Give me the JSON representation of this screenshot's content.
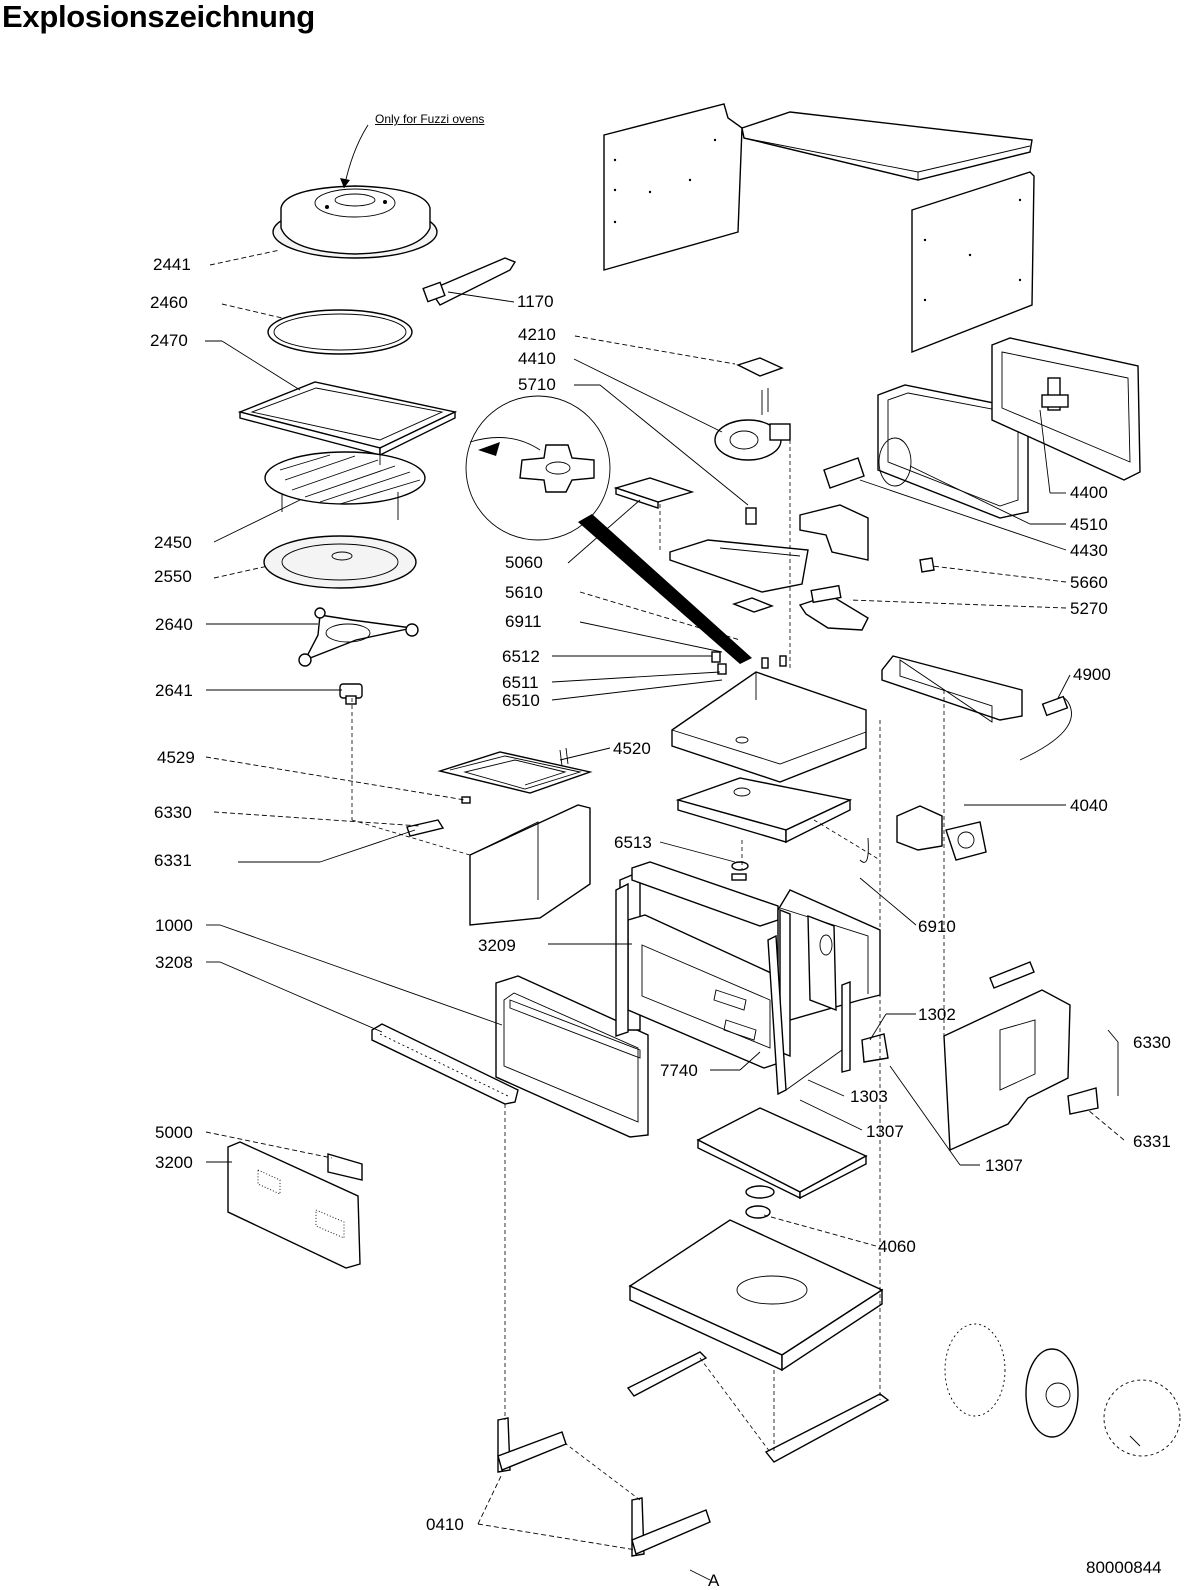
{
  "title": "Explosionszeichnung",
  "note": "Only for Fuzzi ovens",
  "drawing_number": "80000844",
  "view_marker": "A",
  "labels": [
    {
      "text": "2441"
    },
    {
      "text": "1170"
    },
    {
      "text": "2460"
    },
    {
      "text": "2470"
    },
    {
      "text": "4210"
    },
    {
      "text": "4410"
    },
    {
      "text": "5710"
    },
    {
      "text": "2450"
    },
    {
      "text": "2550"
    },
    {
      "text": "2640"
    },
    {
      "text": "2641"
    },
    {
      "text": "4529"
    },
    {
      "text": "4520"
    },
    {
      "text": "6330"
    },
    {
      "text": "6331"
    },
    {
      "text": "1000"
    },
    {
      "text": "3208"
    },
    {
      "text": "5000"
    },
    {
      "text": "3200"
    },
    {
      "text": "5060"
    },
    {
      "text": "5610"
    },
    {
      "text": "6911"
    },
    {
      "text": "6512"
    },
    {
      "text": "6511"
    },
    {
      "text": "6510"
    },
    {
      "text": "6513"
    },
    {
      "text": "3209"
    },
    {
      "text": "7740"
    },
    {
      "text": "4400"
    },
    {
      "text": "4510"
    },
    {
      "text": "4430"
    },
    {
      "text": "5660"
    },
    {
      "text": "5270"
    },
    {
      "text": "4900"
    },
    {
      "text": "4040"
    },
    {
      "text": "6910"
    },
    {
      "text": "1302"
    },
    {
      "text": "6330"
    },
    {
      "text": "1303"
    },
    {
      "text": "1307"
    },
    {
      "text": "1307"
    },
    {
      "text": "6331"
    },
    {
      "text": "4060"
    },
    {
      "text": "0410"
    }
  ]
}
